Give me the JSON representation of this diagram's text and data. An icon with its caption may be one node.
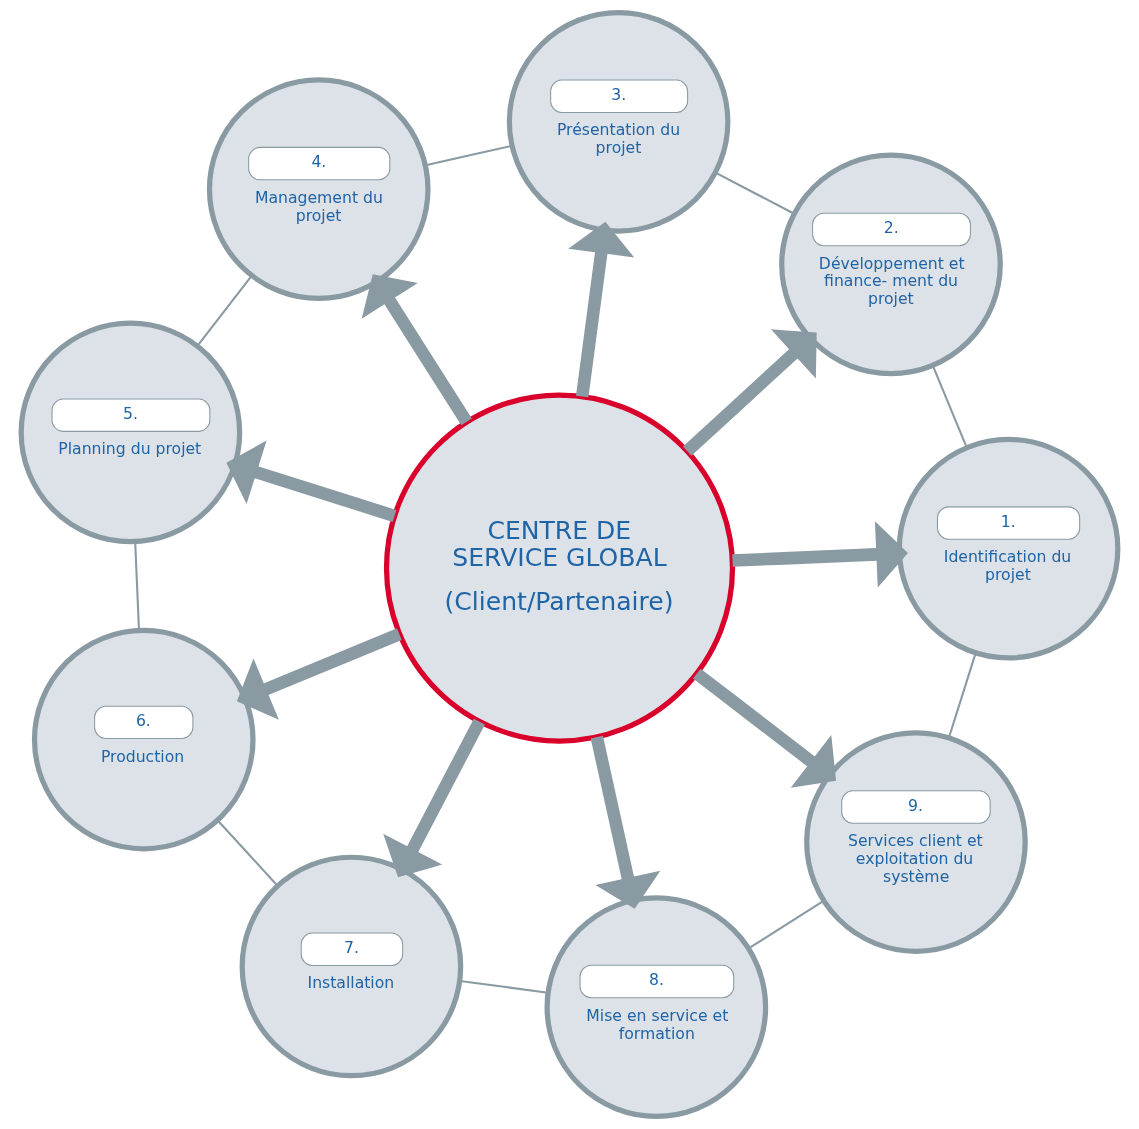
{
  "diagram": {
    "nodes": [
      {
        "text": [
          "CENTRE DE SERVICE GLOBAL",
          "(Client/Partenaire)"
        ]
      },
      {
        "text": [
          "1.",
          "Identification du projet"
        ]
      },
      {
        "text": [
          "2.",
          "Développement et finance- ment du projet"
        ]
      },
      {
        "text": [
          "3.",
          "Présentation du projet"
        ]
      },
      {
        "text": [
          "4.",
          "Management du projet"
        ]
      },
      {
        "text": [
          "5.",
          "Planning du projet"
        ]
      },
      {
        "text": [
          "6.",
          "Production"
        ]
      },
      {
        "text": [
          "7.",
          "Installation"
        ]
      },
      {
        "text": [
          "8.",
          "Mise en service et formation"
        ]
      },
      {
        "text": [
          "9.",
          "Services client et exploitation du système"
        ]
      }
    ],
    "edges": [
      {
        "from": 0,
        "to": 1,
        "arrow": "to",
        "style": "thick"
      },
      {
        "from": 0,
        "to": 2,
        "arrow": "to",
        "style": "thick"
      },
      {
        "from": 0,
        "to": 3,
        "arrow": "to",
        "style": "thick"
      },
      {
        "from": 0,
        "to": 4,
        "arrow": "to",
        "style": "thick"
      },
      {
        "from": 0,
        "to": 5,
        "arrow": "to",
        "style": "thick"
      },
      {
        "from": 0,
        "to": 6,
        "arrow": "to",
        "style": "thick"
      },
      {
        "from": 0,
        "to": 7,
        "arrow": "to",
        "style": "thick"
      },
      {
        "from": 0,
        "to": 8,
        "arrow": "to",
        "style": "thick"
      },
      {
        "from": 0,
        "to": 9,
        "arrow": "to",
        "style": "thick"
      },
      {
        "from": 1,
        "to": 2,
        "arrow": "none"
      },
      {
        "from": 2,
        "to": 3,
        "arrow": "none"
      },
      {
        "from": 3,
        "to": 4,
        "arrow": "none"
      },
      {
        "from": 4,
        "to": 5,
        "arrow": "none"
      },
      {
        "from": 5,
        "to": 6,
        "arrow": "none"
      },
      {
        "from": 6,
        "to": 7,
        "arrow": "none"
      },
      {
        "from": 7,
        "to": 8,
        "arrow": "none"
      },
      {
        "from": 8,
        "to": 9,
        "arrow": "none"
      },
      {
        "from": 9,
        "to": 1,
        "arrow": "none"
      }
    ]
  }
}
